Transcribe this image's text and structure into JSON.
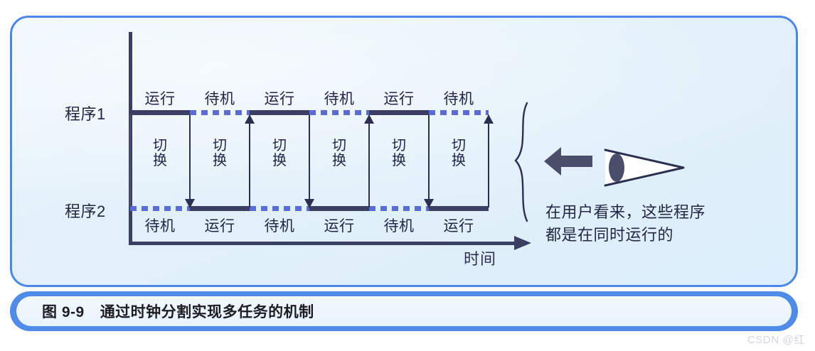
{
  "figure": {
    "caption_number": "图 9-9",
    "caption_title": "通过时钟分割实现多任务的机制",
    "watermark": "CSDN @红"
  },
  "chart_data": {
    "type": "timeline",
    "title": "通过时钟分割实现多任务的机制",
    "xlabel": "时间",
    "ylabel": "",
    "axis": {
      "x_axis_label": "时间",
      "x_arrow": true,
      "y_axis_visible": true
    },
    "rows": [
      {
        "name": "程序1",
        "label": "程序1",
        "label_position": "left",
        "state_label_position": "above",
        "segments": [
          {
            "state": "运行",
            "style": "solid",
            "start": 0,
            "end": 1
          },
          {
            "state": "待机",
            "style": "dotted",
            "start": 1,
            "end": 2
          },
          {
            "state": "运行",
            "style": "solid",
            "start": 2,
            "end": 3
          },
          {
            "state": "待机",
            "style": "dotted",
            "start": 3,
            "end": 4
          },
          {
            "state": "运行",
            "style": "solid",
            "start": 4,
            "end": 5
          },
          {
            "state": "待机",
            "style": "dotted",
            "start": 5,
            "end": 6
          }
        ]
      },
      {
        "name": "程序2",
        "label": "程序2",
        "label_position": "left",
        "state_label_position": "below",
        "segments": [
          {
            "state": "待机",
            "style": "dotted",
            "start": 0,
            "end": 1
          },
          {
            "state": "运行",
            "style": "solid",
            "start": 1,
            "end": 2
          },
          {
            "state": "待机",
            "style": "dotted",
            "start": 2,
            "end": 3
          },
          {
            "state": "运行",
            "style": "solid",
            "start": 3,
            "end": 4
          },
          {
            "state": "待机",
            "style": "dotted",
            "start": 4,
            "end": 5
          },
          {
            "state": "运行",
            "style": "solid",
            "start": 5,
            "end": 6
          }
        ]
      }
    ],
    "switches": [
      {
        "label": "切换",
        "index": 0,
        "direction": "down"
      },
      {
        "label": "切换",
        "index": 1,
        "direction": "up"
      },
      {
        "label": "切换",
        "index": 2,
        "direction": "down"
      },
      {
        "label": "切换",
        "index": 3,
        "direction": "up"
      },
      {
        "label": "切换",
        "index": 4,
        "direction": "down"
      },
      {
        "label": "切换",
        "index": 5,
        "direction": "up"
      }
    ],
    "annotation": {
      "line1": "在用户看来，这些程序",
      "line2": "都是在同时运行的",
      "icon": "eye-looking-left",
      "brace": "}"
    },
    "colors": {
      "panel_border": "#4a87e8",
      "panel_fill": "#e4f1fb",
      "run_segment": "#3b3f63",
      "idle_segment": "#5a6bd6",
      "axis": "#3b3f63",
      "text": "#22264a",
      "caption_border": "#4f8ce9",
      "caption_fill": "#f0f7fd"
    }
  }
}
